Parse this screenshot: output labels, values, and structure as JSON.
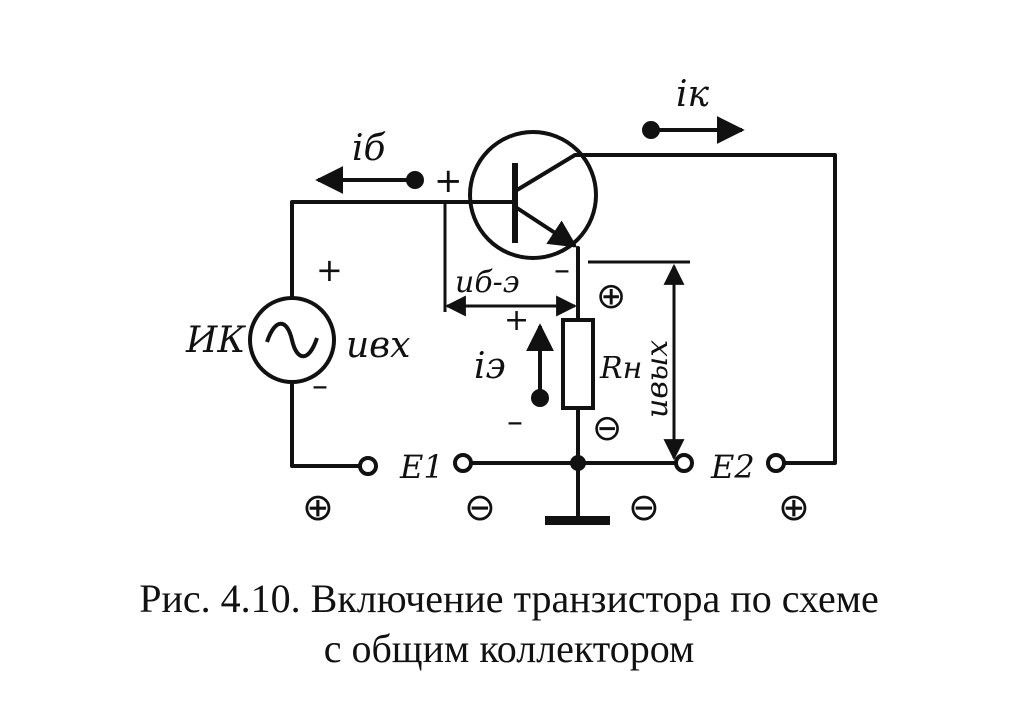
{
  "diagram": {
    "labels": {
      "i_k": "iк",
      "i_b": "iб",
      "i_e": "iэ",
      "u_be": "uб-э",
      "u_in": "uвх",
      "u_out": "uвых",
      "source": "ИК",
      "load": "Rн",
      "e1": "E1",
      "e2": "E2"
    },
    "signs": {
      "plus": "+",
      "minus": "–",
      "circle_plus": "⊕",
      "circle_minus": "⊖"
    },
    "colors": {
      "ink": "#111111",
      "paper": "#ffffff"
    }
  },
  "caption": {
    "line1": "Рис. 4.10. Включение транзистора по схеме",
    "line2": "с общим коллектором"
  }
}
